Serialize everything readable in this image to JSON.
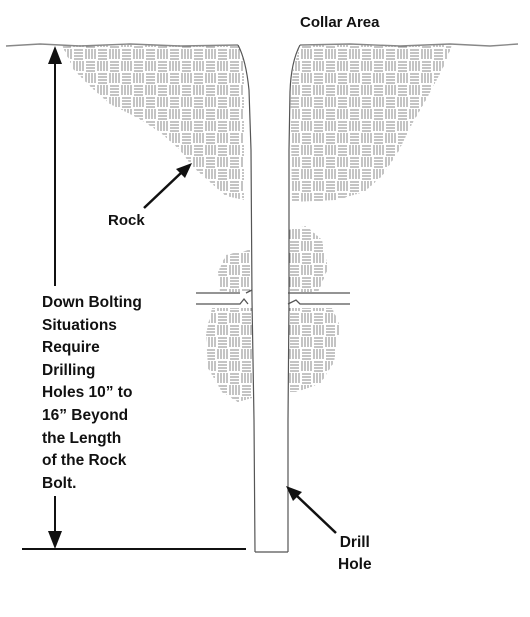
{
  "labels": {
    "collar_area": "Collar Area",
    "rock": "Rock",
    "drill_hole": [
      "Drill",
      "Hole"
    ],
    "note": [
      "Down Bolting",
      "Situations",
      "Require",
      "Drilling",
      "Holes 10” to",
      "16” Beyond",
      "the Length",
      "of the Rock",
      "Bolt."
    ]
  },
  "colors": {
    "ink": "#111111",
    "rock_fill": "#c9c9c9",
    "rock_pattern": "#8a8a8a",
    "surface_line": "#888888"
  },
  "icons": [
    "arrow-icon",
    "double-arrow-icon"
  ]
}
